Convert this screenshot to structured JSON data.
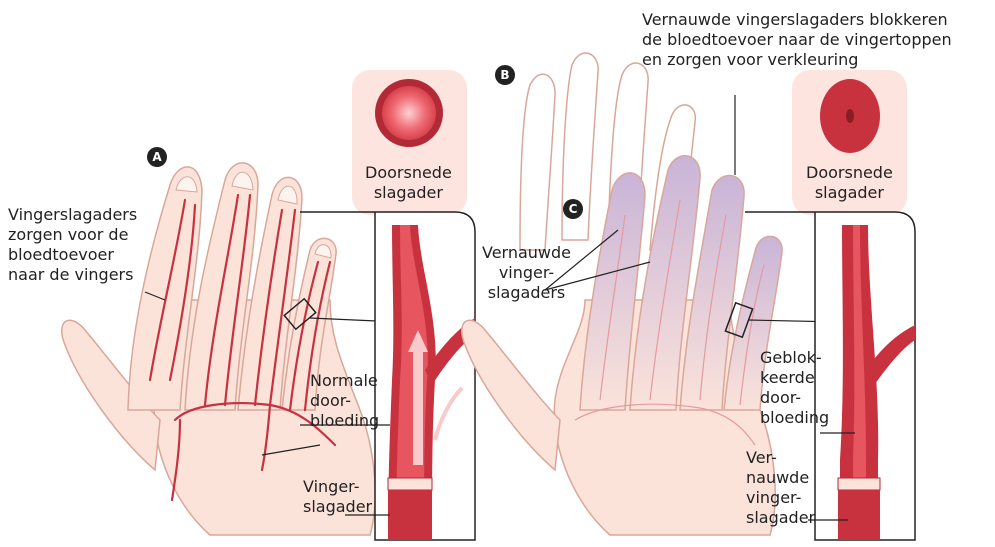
{
  "panels": {
    "a": {
      "badge": "A",
      "finger_arteries_label": "Vingerslagaders\nzorgen voor de\nbloedtoevoer\nnaar de vingers",
      "cross_section_label": "Doorsnede\nslagader",
      "flow_label": "Normale\ndoor-\nbloeding",
      "artery_label": "Vinger-\nslagader"
    },
    "b": {
      "badge": "B",
      "title_label": "Vernauwde vingerslagaders blokkeren\nde bloedtoevoer naar de vingertoppen\nen zorgen voor verkleuring",
      "cross_section_label": "Doorsnede\nslagader"
    },
    "c": {
      "badge": "C",
      "narrowed_label": "Vernauwde\nvinger-\nslagaders",
      "blocked_label": "Geblok-\nkeerde\ndoor-\nbloeding",
      "narrowed_artery_label": "Ver-\nnauwde\nvinger-\nslagader"
    }
  },
  "colors": {
    "skin": "#fbe3da",
    "skin_outline": "#d9a79a",
    "artery": "#c8323f",
    "artery_light": "#f2a2a6",
    "panel_bg": "#fde4de",
    "cyanosis": "#cbb7d6",
    "pale": "#fdf3ef"
  }
}
